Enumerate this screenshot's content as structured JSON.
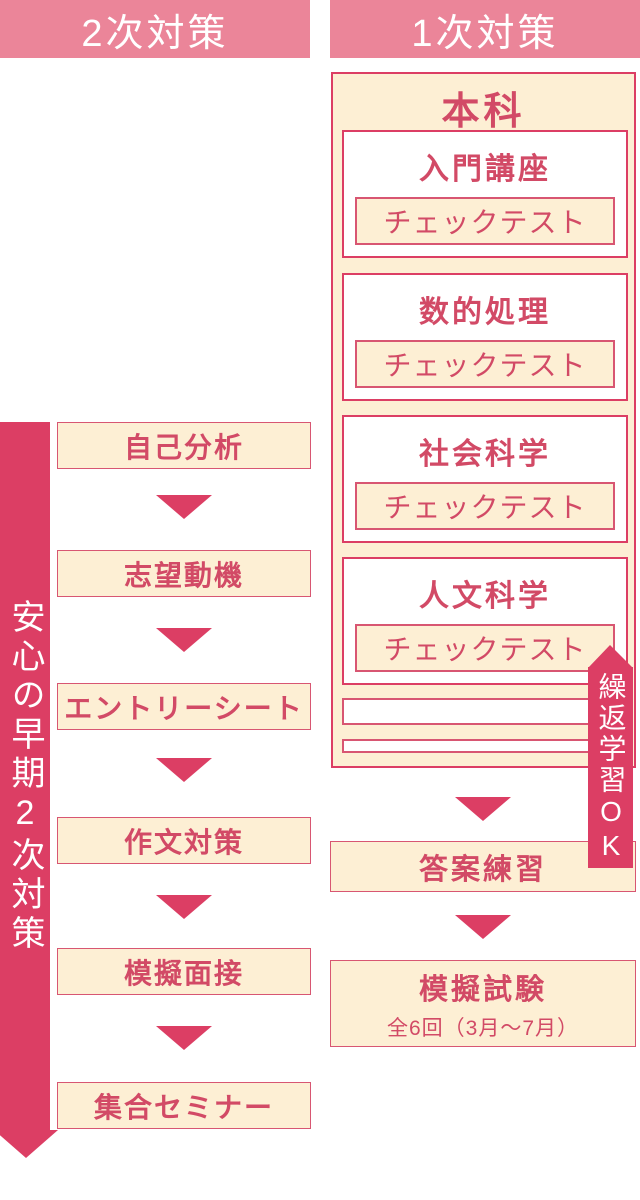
{
  "colors": {
    "header_pink": "#eb8599",
    "crimson": "#dc3e64",
    "text_red": "#d24a66",
    "cream": "#fdefd4",
    "border_red": "#d85672"
  },
  "left_column": {
    "header_label": "2次対策",
    "ribbon_label": "安心の早期2次対策",
    "steps": [
      "自己分析",
      "志望動機",
      "エントリーシート",
      "作文対策",
      "模擬面接",
      "集合セミナー"
    ]
  },
  "right_column": {
    "header_label": "1次対策",
    "main_box": {
      "title": "本科",
      "courses": [
        {
          "name": "入門講座",
          "badge": "チェックテスト"
        },
        {
          "name": "数的処理",
          "badge": "チェックテスト"
        },
        {
          "name": "社会科学",
          "badge": "チェックテスト"
        },
        {
          "name": "人文科学",
          "badge": "チェックテスト"
        }
      ]
    },
    "ribbon_label": "繰返学習OK",
    "steps": [
      {
        "title": "答案練習"
      },
      {
        "title": "模擬試験",
        "subtitle": "全6回（3月～7月）"
      }
    ]
  }
}
